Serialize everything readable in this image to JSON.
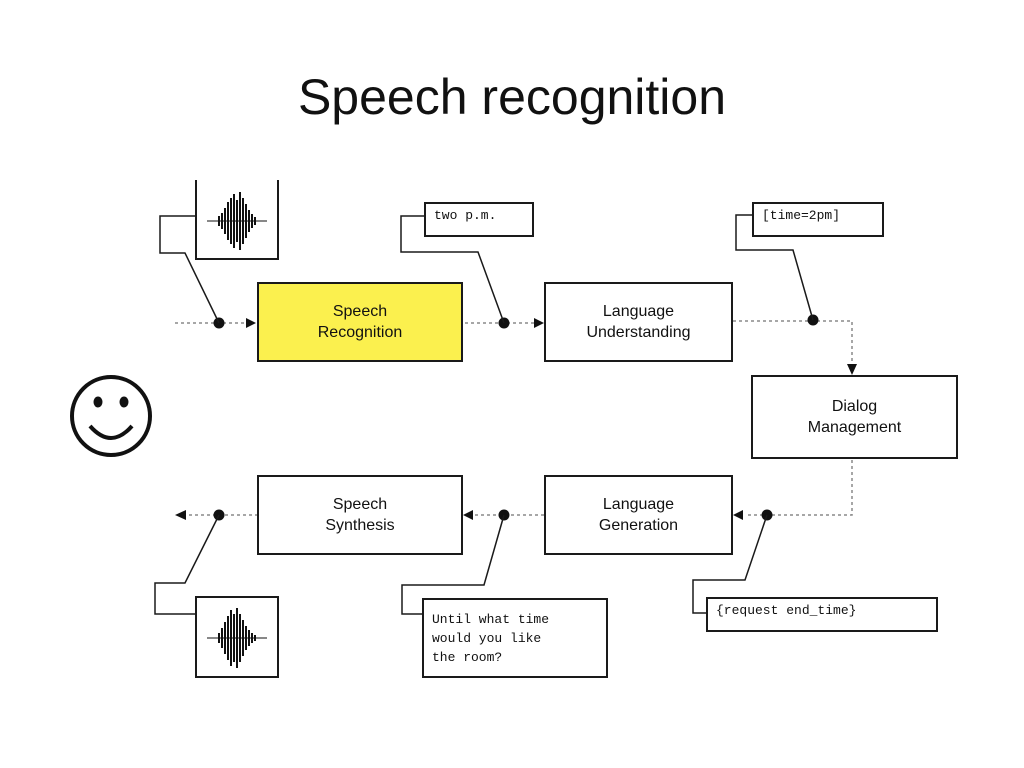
{
  "slide": {
    "title": "Speech recognition"
  },
  "diagram": {
    "boxes": {
      "speech_recognition": "Speech\nRecognition",
      "language_understanding": "Language\nUnderstanding",
      "dialog_management": "Dialog\nManagement",
      "language_generation": "Language\nGeneration",
      "speech_synthesis": "Speech\nSynthesis"
    },
    "tags": {
      "recognized_text": "two p.m.",
      "semantic_frame": "[time=2pm]",
      "dialog_act": "{request end_time}",
      "generated_text": "Until what time\nwould you like\nthe room?"
    },
    "icons": {
      "user": "smiley-face-icon",
      "input_audio": "waveform-icon",
      "output_audio": "waveform-icon"
    },
    "colors": {
      "highlight": "#fbf04e",
      "stroke": "#1a1a1a",
      "dotted_line": "#888888"
    }
  }
}
